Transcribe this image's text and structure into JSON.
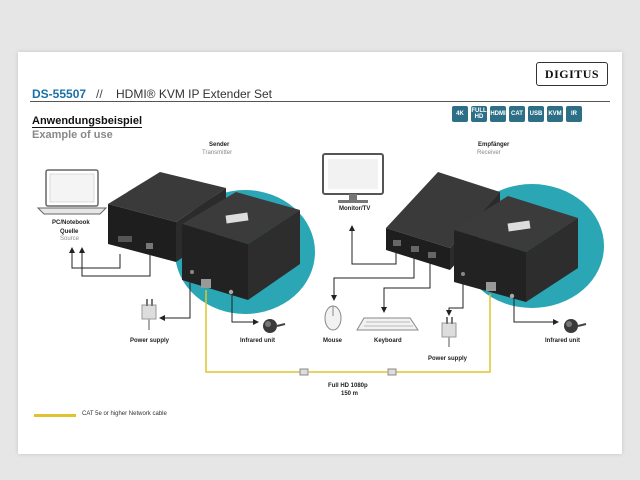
{
  "header": {
    "brand": "DIGITUS",
    "model": "DS-55507",
    "separator": "//",
    "product": "HDMI® KVM IP Extender Set",
    "title_de": "Anwendungsbeispiel",
    "title_en": "Example of use"
  },
  "feature_icons": [
    {
      "name": "video-icon",
      "text": "4K"
    },
    {
      "name": "full-hd-icon",
      "text": "FULL HD"
    },
    {
      "name": "hdmi-icon",
      "text": "HDMI"
    },
    {
      "name": "cat-icon",
      "text": "CAT"
    },
    {
      "name": "usb-icon",
      "text": "USB"
    },
    {
      "name": "kvm-icon",
      "text": "KVM"
    },
    {
      "name": "ir-icon",
      "text": "IR"
    }
  ],
  "sender": {
    "label": "Sender",
    "sub": "Transmitter"
  },
  "receiver": {
    "label": "Empfänger",
    "sub": "Receiver"
  },
  "pc": {
    "label": "PC/Notebook",
    "sub_label": "Quelle",
    "sub": "Source"
  },
  "monitor": {
    "label": "Monitor/TV"
  },
  "power_left": {
    "label": "Power supply"
  },
  "power_right": {
    "label": "Power supply"
  },
  "ir_left": {
    "label": "Infrared unit"
  },
  "ir_right": {
    "label": "Infrared unit"
  },
  "mouse": {
    "label": "Mouse"
  },
  "keyboard": {
    "label": "Keyboard"
  },
  "cable": {
    "line1": "Full HD 1080p",
    "line2": "150 m"
  },
  "legend": {
    "text": "CAT 5e or higher Network cable",
    "color": "#e0c330"
  },
  "colors": {
    "accent": "#1a6fa7",
    "teal": "#2aa6b4",
    "device": "#2a2a2a",
    "cable": "#e0c330"
  }
}
